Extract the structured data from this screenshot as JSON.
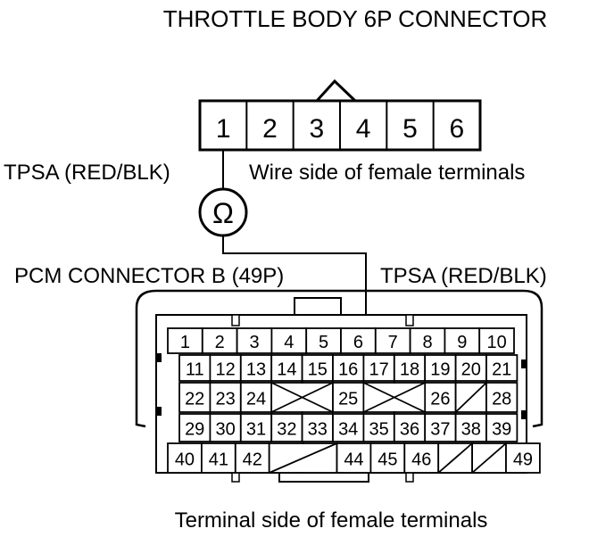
{
  "title": "THROTTLE BODY 6P CONNECTOR",
  "throttle_connector": {
    "terminals": [
      "1",
      "2",
      "3",
      "4",
      "5",
      "6"
    ],
    "wire_label": "TPSA (RED/BLK)",
    "side_label": "Wire side of female terminals"
  },
  "ohmmeter_symbol": "Ω",
  "pcm_connector": {
    "title": "PCM CONNECTOR B (49P)",
    "wire_label": "TPSA (RED/BLK)",
    "rows": [
      [
        "1",
        "2",
        "3",
        "4",
        "5",
        "6",
        "7",
        "8",
        "9",
        "10"
      ],
      [
        "11",
        "12",
        "13",
        "14",
        "15",
        "16",
        "17",
        "18",
        "19",
        "20",
        "21"
      ],
      [
        "22",
        "23",
        "24",
        "",
        "",
        "25",
        "",
        "",
        "26",
        "",
        "28"
      ],
      [
        "29",
        "30",
        "31",
        "32",
        "33",
        "34",
        "35",
        "36",
        "37",
        "38",
        "39"
      ],
      [
        "40",
        "41",
        "42",
        "",
        "",
        "44",
        "45",
        "46",
        "",
        "",
        "49"
      ]
    ],
    "empty_cells": [
      {
        "row": 2,
        "cols": [
          3,
          4
        ],
        "mark": "X"
      },
      {
        "row": 2,
        "cols": [
          6,
          7
        ],
        "mark": "X"
      },
      {
        "row": 2,
        "cols": [
          9
        ],
        "mark": "slash"
      },
      {
        "row": 4,
        "cols": [
          3,
          4
        ],
        "mark": "slash"
      },
      {
        "row": 4,
        "cols": [
          8
        ],
        "mark": "slash"
      },
      {
        "row": 4,
        "cols": [
          9
        ],
        "mark": "slash"
      }
    ],
    "bottom_label": "Terminal side of female terminals"
  }
}
